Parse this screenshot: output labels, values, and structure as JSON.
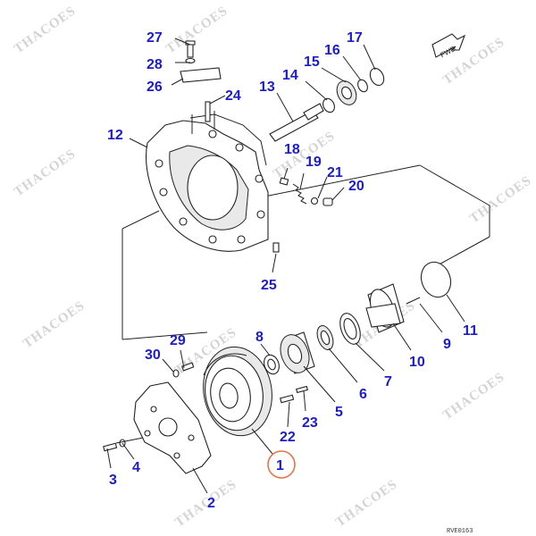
{
  "callouts": {
    "c1": "1",
    "c2": "2",
    "c3": "3",
    "c4": "4",
    "c5": "5",
    "c6": "6",
    "c7": "7",
    "c8": "8",
    "c9": "9",
    "c10": "10",
    "c11": "11",
    "c12": "12",
    "c13": "13",
    "c14": "14",
    "c15": "15",
    "c16": "16",
    "c17": "17",
    "c18": "18",
    "c19": "19",
    "c20": "20",
    "c21": "21",
    "c22": "22",
    "c23": "23",
    "c24": "24",
    "c25": "25",
    "c26": "26",
    "c27": "27",
    "c28": "28",
    "c29": "29",
    "c30": "30"
  },
  "highlighted_callout": "1",
  "fwd_label": "FWD",
  "drawing_code": "RVE0163",
  "watermark": "THACOES",
  "colors": {
    "callout_text": "#1c1ccc",
    "highlight_ring": "#e8734a",
    "line": "#222222",
    "watermark": "#d4d4d4"
  }
}
